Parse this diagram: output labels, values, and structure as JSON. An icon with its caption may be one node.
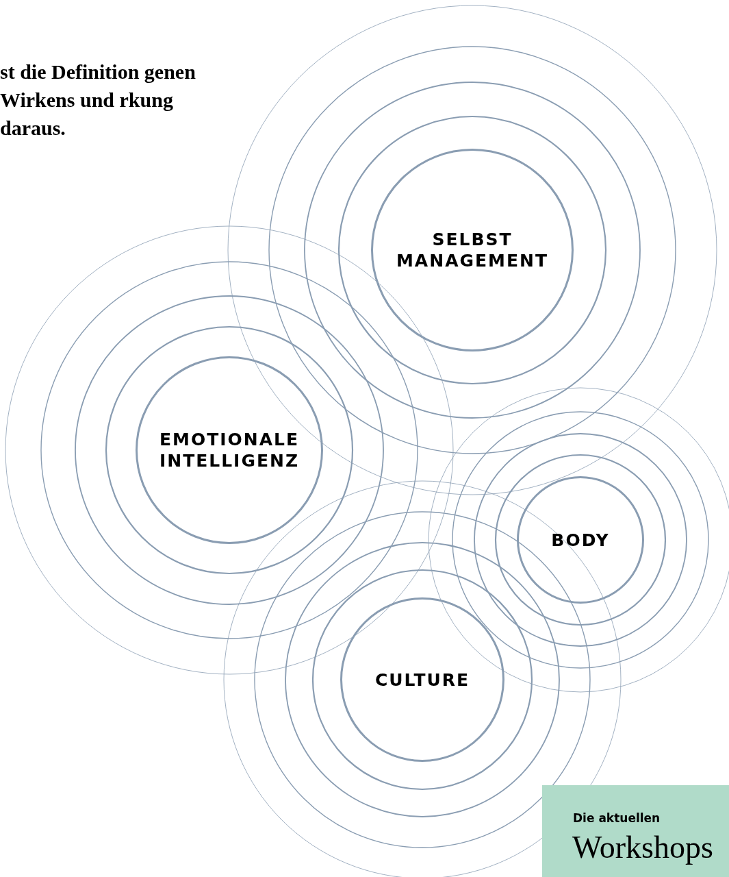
{
  "diagram": {
    "nodes": [
      {
        "text": [
          "SELBST MANAGEMENT"
        ]
      },
      {
        "text": [
          "EMOTIONALE INTELLIGENZ"
        ]
      },
      {
        "text": [
          "BODY"
        ]
      },
      {
        "text": [
          "CULTURE"
        ]
      },
      {
        "text": [
          "Die aktuellen",
          "Workshops"
        ]
      }
    ],
    "labels": [
      "st die Definition genen Wirkens und rkung daraus."
    ]
  }
}
